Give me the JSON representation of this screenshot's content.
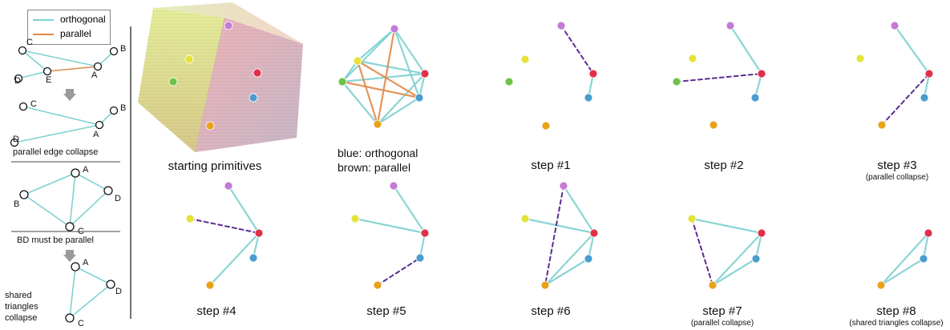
{
  "legend": {
    "orthogonal": "orthogonal",
    "parallel": "parallel"
  },
  "side": {
    "d1": {
      "C": "C",
      "B": "B",
      "A": "A",
      "D": "D",
      "E": "E"
    },
    "d2": {
      "C": "C",
      "B": "B",
      "A": "A",
      "D": "D"
    },
    "caption1": "parallel edge collapse",
    "d3": {
      "A": "A",
      "B": "B",
      "C": "C",
      "D": "D"
    },
    "caption2": "BD must be parallel",
    "d4": {
      "A": "A",
      "C": "C",
      "D": "D"
    },
    "caption3": [
      "shared",
      "triangles",
      "collapse"
    ]
  },
  "panels": {
    "start": "starting primitives",
    "graph": [
      "blue: orthogonal",
      "brown: parallel"
    ],
    "s1": "step #1",
    "s2": "step #2",
    "s3": "step #3",
    "s3_note": "(parallel collapse)",
    "s4": "step #4",
    "s5": "step #5",
    "s6": "step #6",
    "s7": "step #7",
    "s7_note": "(parallel collapse)",
    "s8": "step #8",
    "s8_note": "(shared triangles collapse)"
  },
  "colors": {
    "orthogonal": "#7fd1d1",
    "parallel": "#e08a4a",
    "dashed": "#5b2d91",
    "purple": "#c47ad6",
    "yellow": "#e6e23a",
    "green": "#6cc24a",
    "red": "#e0304a",
    "blue": "#4a9ccf",
    "orange": "#e8a21a"
  }
}
